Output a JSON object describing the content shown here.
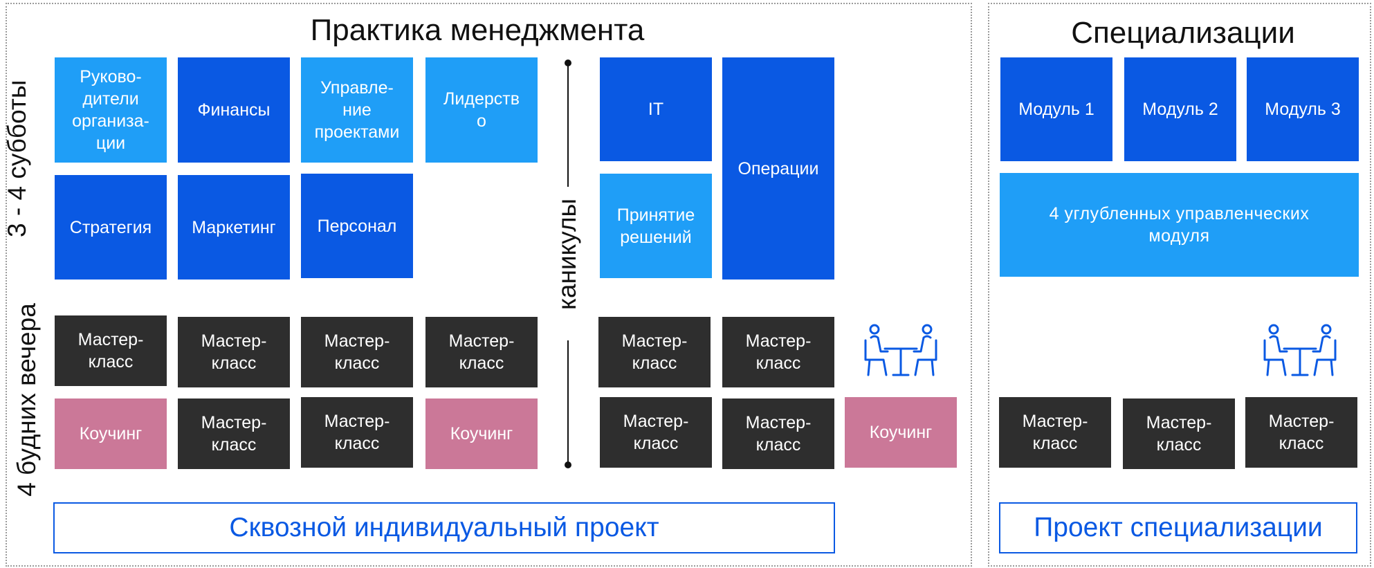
{
  "management": {
    "title": "Практика менеджмента",
    "row_label_top": "3 - 4 субботы",
    "row_label_bottom": "4 будних вечера",
    "break_label": "каникулы",
    "row1": [
      "Руково-\nдители\nорганиза-\nции",
      "Финансы",
      "Управле-\nние\nпроектами",
      "Лидерств\nо",
      "IT"
    ],
    "operations": "Операции",
    "row2": [
      "Стратегия",
      "Маркетинг",
      "Персонал",
      "Принятие\nрешений"
    ],
    "row3": [
      "Мастер-\nкласс",
      "Мастер-\nкласс",
      "Мастер-\nкласс",
      "Мастер-\nкласс",
      "Мастер-\nкласс",
      "Мастер-\nкласс"
    ],
    "row4": [
      "Коучинг",
      "Мастер-\nкласс",
      "Мастер-\nкласс",
      "Коучинг",
      "Мастер-\nкласс",
      "Мастер-\nкласс",
      "Коучинг"
    ],
    "project": "Сквозной индивидуальный проект",
    "meeting_icon": "meeting-table-icon"
  },
  "specialization": {
    "title": "Специализации",
    "modules": [
      "Модуль 1",
      "Модуль 2",
      "Модуль 3"
    ],
    "deep_modules": "4 углубленных управленческих\nмодуля",
    "master_classes": [
      "Мастер-\nкласс",
      "Мастер-\nкласс",
      "Мастер-\nкласс"
    ],
    "project": "Проект специализации",
    "meeting_icon": "meeting-table-icon"
  },
  "colors": {
    "dark_blue": "#0a59e3",
    "light_blue": "#1f9ef7",
    "black": "#2e2e2e",
    "pink": "#cb7898"
  }
}
